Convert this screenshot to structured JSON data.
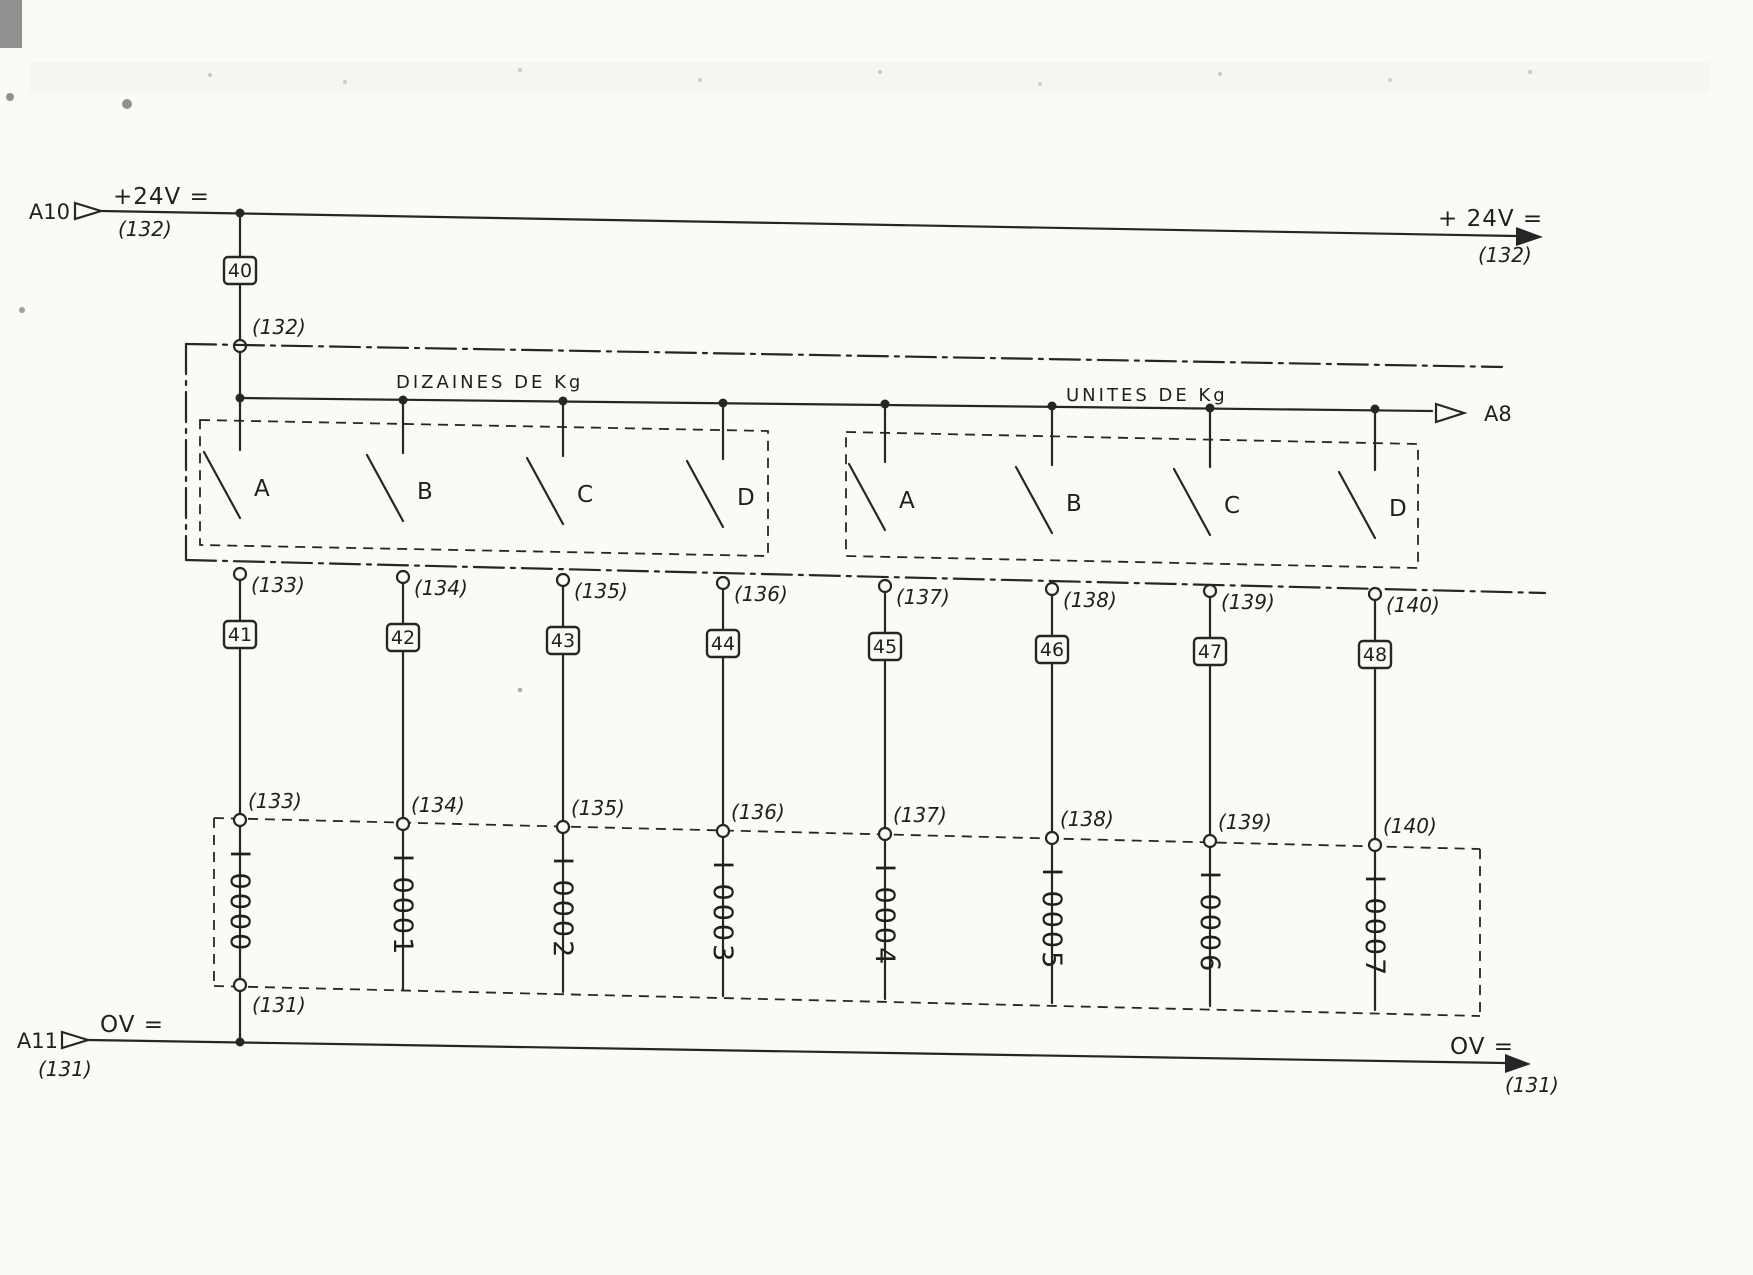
{
  "rails": {
    "top": {
      "connector": "A10",
      "voltage_left": "+24V =",
      "ref_left": "(132)",
      "voltage_right": "+ 24V =",
      "ref_right": "(132)"
    },
    "bottom": {
      "connector": "A11",
      "voltage_left": "OV =",
      "ref_left": "(131)",
      "junction_ref": "(131)",
      "voltage_right": "OV =",
      "ref_right": "(131)"
    }
  },
  "main_fuse": {
    "label": "40",
    "ref": "(132)"
  },
  "bus": {
    "left_group": "DIZAINES DE Kg",
    "right_group": "UNITES DE Kg",
    "connector": "A8"
  },
  "branches": [
    {
      "switch": "A",
      "ref": "(133)",
      "fuse": "41",
      "ref2": "(133)",
      "signal": "I 0000"
    },
    {
      "switch": "B",
      "ref": "(134)",
      "fuse": "42",
      "ref2": "(134)",
      "signal": "I 0001"
    },
    {
      "switch": "C",
      "ref": "(135)",
      "fuse": "43",
      "ref2": "(135)",
      "signal": "I 0002"
    },
    {
      "switch": "D",
      "ref": "(136)",
      "fuse": "44",
      "ref2": "(136)",
      "signal": "I 0003"
    },
    {
      "switch": "A",
      "ref": "(137)",
      "fuse": "45",
      "ref2": "(137)",
      "signal": "I 0004"
    },
    {
      "switch": "B",
      "ref": "(138)",
      "fuse": "46",
      "ref2": "(138)",
      "signal": "I 0005"
    },
    {
      "switch": "C",
      "ref": "(139)",
      "fuse": "47",
      "ref2": "(139)",
      "signal": "I 0006"
    },
    {
      "switch": "D",
      "ref": "(140)",
      "fuse": "48",
      "ref2": "(140)",
      "signal": "I 0007"
    }
  ],
  "colors": {
    "ink": "#262626",
    "paper": "#fbfaf6"
  }
}
